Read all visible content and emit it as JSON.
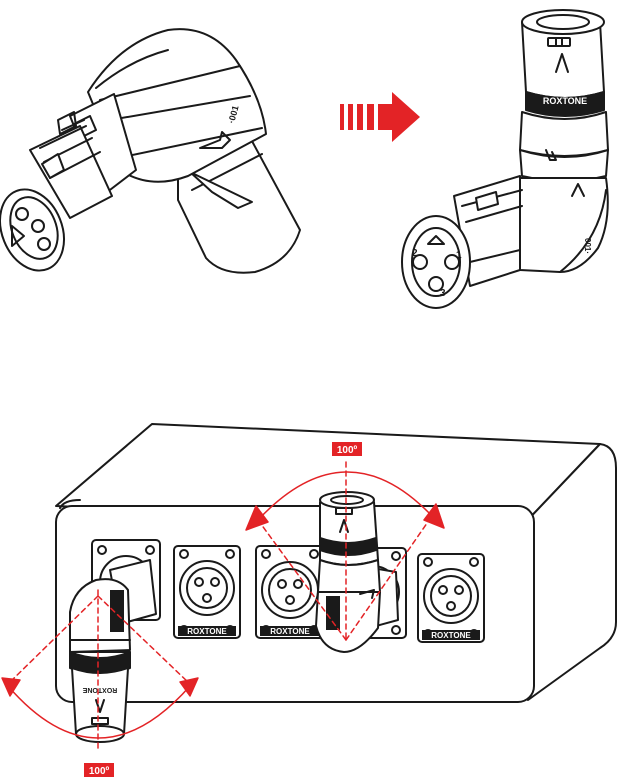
{
  "colors": {
    "accent": "#e32326",
    "line": "#1a1a1a",
    "face": "#ffffff"
  },
  "brand": "ROXTONE",
  "pin_labels": [
    "1",
    "2",
    "3"
  ],
  "rotation_label_top": "100º",
  "rotation_label_bottom": "100º",
  "rotation_degrees": 100,
  "icons": [
    "arrow-right-icon",
    "rotation-arrow-icon"
  ]
}
